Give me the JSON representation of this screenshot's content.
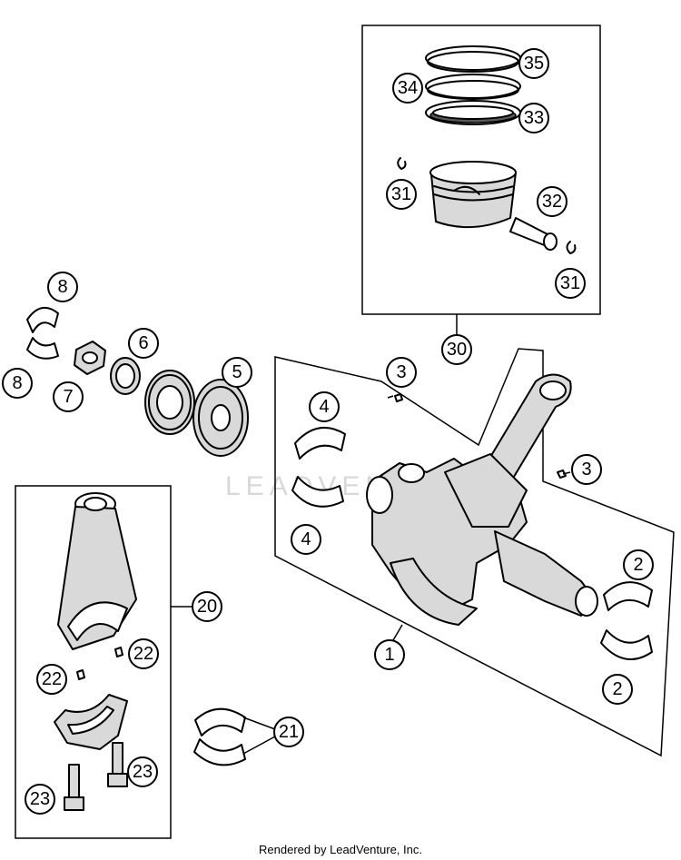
{
  "watermark_text": "LEADVENTURE",
  "footer_text": "Rendered by LeadVenture, Inc.",
  "callouts": {
    "c1": "1",
    "c2a": "2",
    "c2b": "2",
    "c3a": "3",
    "c3b": "3",
    "c4a": "4",
    "c4b": "4",
    "c5": "5",
    "c6": "6",
    "c7": "7",
    "c8a": "8",
    "c8b": "8",
    "c20": "20",
    "c21": "21",
    "c22a": "22",
    "c22b": "22",
    "c23a": "23",
    "c23b": "23",
    "c30": "30",
    "c31a": "31",
    "c31b": "31",
    "c32": "32",
    "c33": "33",
    "c34": "34",
    "c35": "35"
  }
}
